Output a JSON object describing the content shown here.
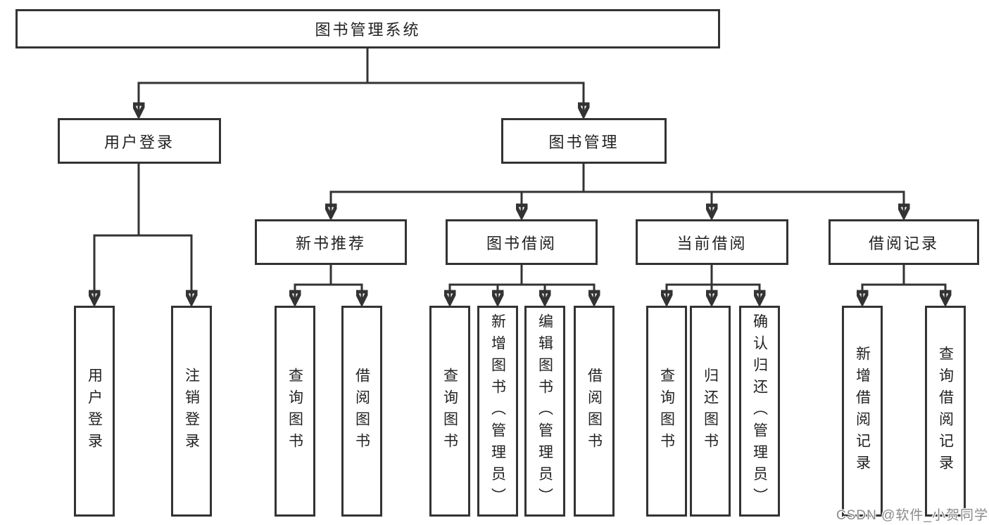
{
  "diagram": {
    "root": {
      "label": "图书管理系统"
    },
    "level2": [
      {
        "id": "user-login",
        "label": "用户登录"
      },
      {
        "id": "book-management",
        "label": "图书管理"
      }
    ],
    "level3": [
      {
        "id": "new-book-recommend",
        "label": "新书推荐"
      },
      {
        "id": "book-borrow",
        "label": "图书借阅"
      },
      {
        "id": "current-borrow",
        "label": "当前借阅"
      },
      {
        "id": "borrow-record",
        "label": "借阅记录"
      }
    ],
    "leaves": [
      {
        "id": "user-login-leaf",
        "label": "用户登录"
      },
      {
        "id": "logout-leaf",
        "label": "注销登录"
      },
      {
        "id": "query-book-recommend",
        "label": "查询图书"
      },
      {
        "id": "borrow-book-recommend",
        "label": "借阅图书"
      },
      {
        "id": "query-book-borrow",
        "label": "查询图书"
      },
      {
        "id": "add-book-admin",
        "label": "新增图书（管理员）"
      },
      {
        "id": "edit-book-admin",
        "label": "编辑图书（管理员）"
      },
      {
        "id": "borrow-book-borrow",
        "label": "借阅图书"
      },
      {
        "id": "query-book-current",
        "label": "查询图书"
      },
      {
        "id": "return-book",
        "label": "归还图书"
      },
      {
        "id": "confirm-return-admin",
        "label": "确认归还（管理员）"
      },
      {
        "id": "add-borrow-record",
        "label": "新增借阅记录"
      },
      {
        "id": "query-borrow-record",
        "label": "查询借阅记录"
      }
    ],
    "watermark": "CSDN @软件_小贺同学",
    "colors": {
      "line": "#333333",
      "box_border": "#333333",
      "text": "#222222",
      "watermark": "#8a8a8a",
      "background": "#ffffff"
    }
  }
}
